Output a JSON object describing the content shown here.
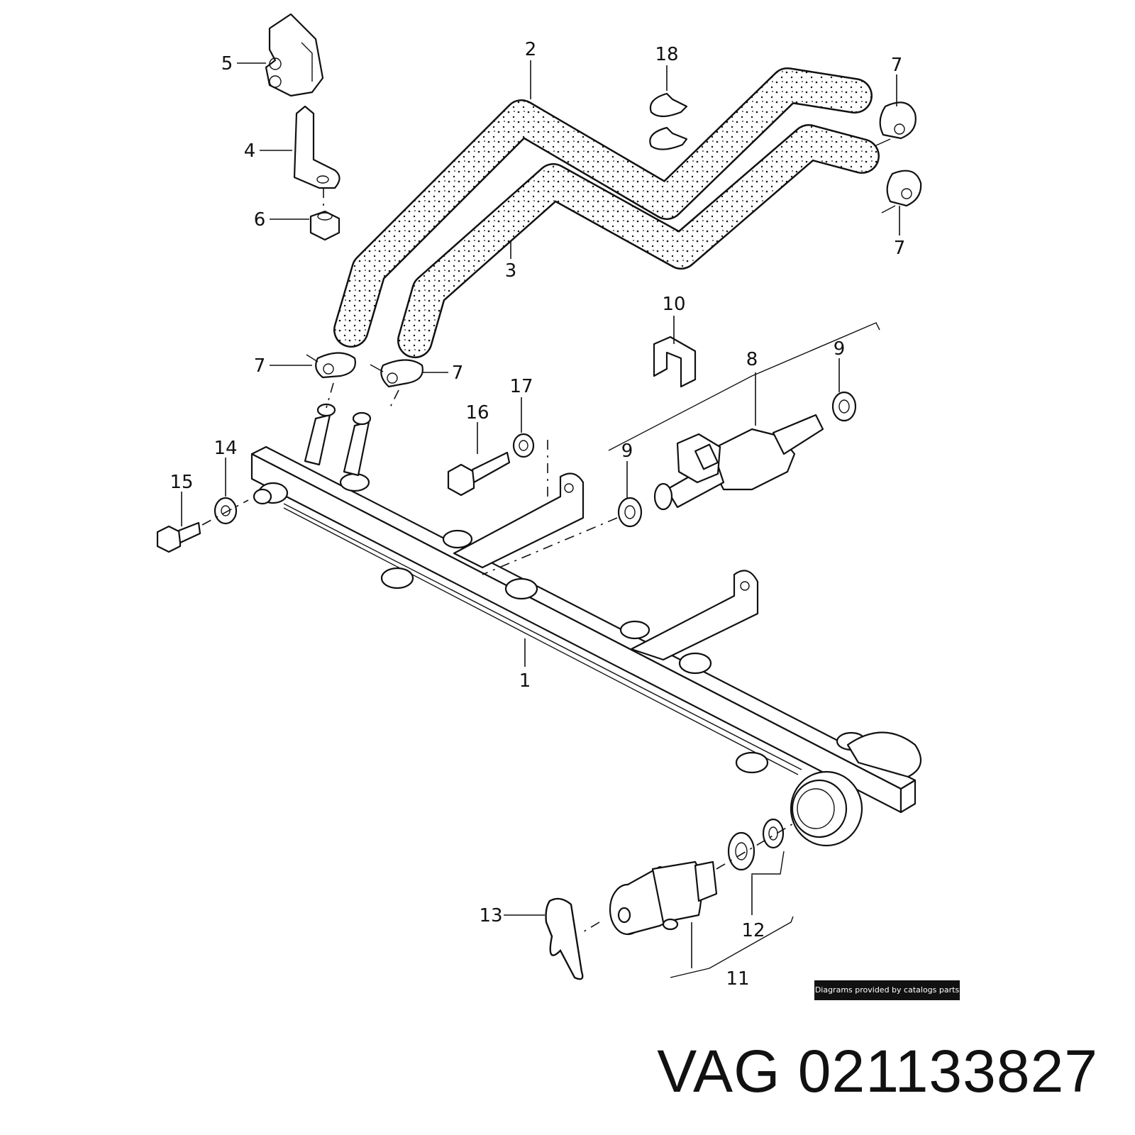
{
  "callouts": {
    "c1": "1",
    "c2": "2",
    "c3": "3",
    "c4": "4",
    "c5": "5",
    "c6": "6",
    "c7a": "7",
    "c7b": "7",
    "c7c": "7",
    "c7d": "7",
    "c8": "8",
    "c9a": "9",
    "c9b": "9",
    "c10": "10",
    "c11": "11",
    "c12": "12",
    "c13": "13",
    "c14": "14",
    "c15": "15",
    "c16": "16",
    "c17": "17",
    "c18": "18"
  },
  "credit": "Diagrams provided by catalogs parts",
  "brand": {
    "maker": "VAG",
    "part_number": "021133827"
  }
}
